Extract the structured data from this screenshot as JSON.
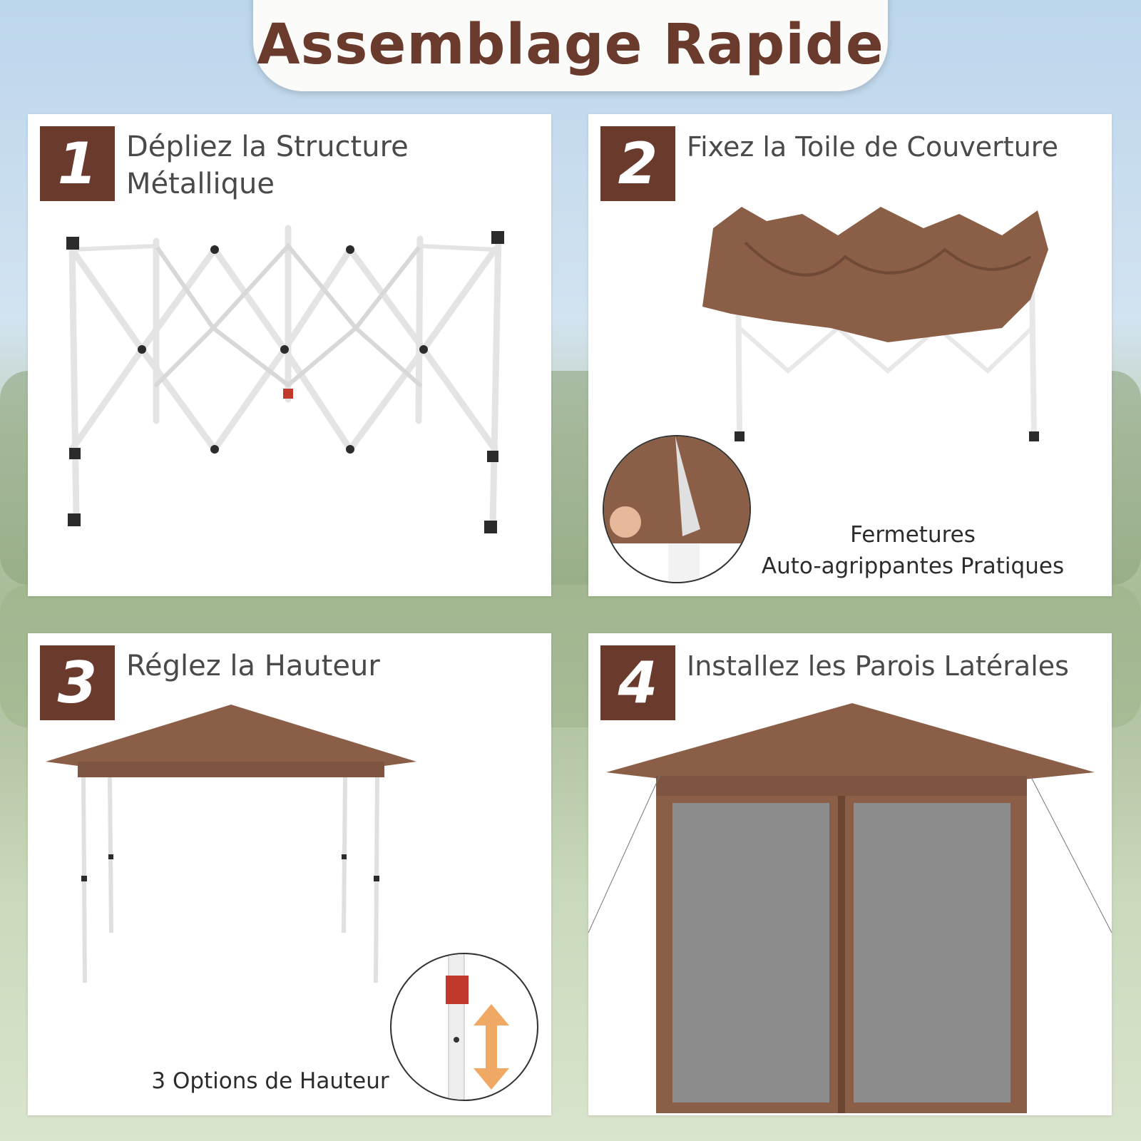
{
  "title": "Assemblage Rapide",
  "colors": {
    "brand": "#6a3a2c",
    "canopy": "#8b5f47",
    "frame": "#f4f4f4",
    "mesh": "#8c8c8c"
  },
  "steps": [
    {
      "number": "1",
      "heading_line1": "Dépliez la Structure",
      "heading_line2": "Métallique"
    },
    {
      "number": "2",
      "heading": "Fixez la Toile de Couverture",
      "caption_line1": "Fermetures",
      "caption_line2": "Auto-agrippantes Pratiques"
    },
    {
      "number": "3",
      "heading": "Réglez la Hauteur",
      "caption": "3 Options de Hauteur"
    },
    {
      "number": "4",
      "heading": "Installez les Parois Latérales"
    }
  ],
  "icons": {
    "step3_inset": "up-down-arrow-icon",
    "step3_lock": "red-lock-icon"
  }
}
